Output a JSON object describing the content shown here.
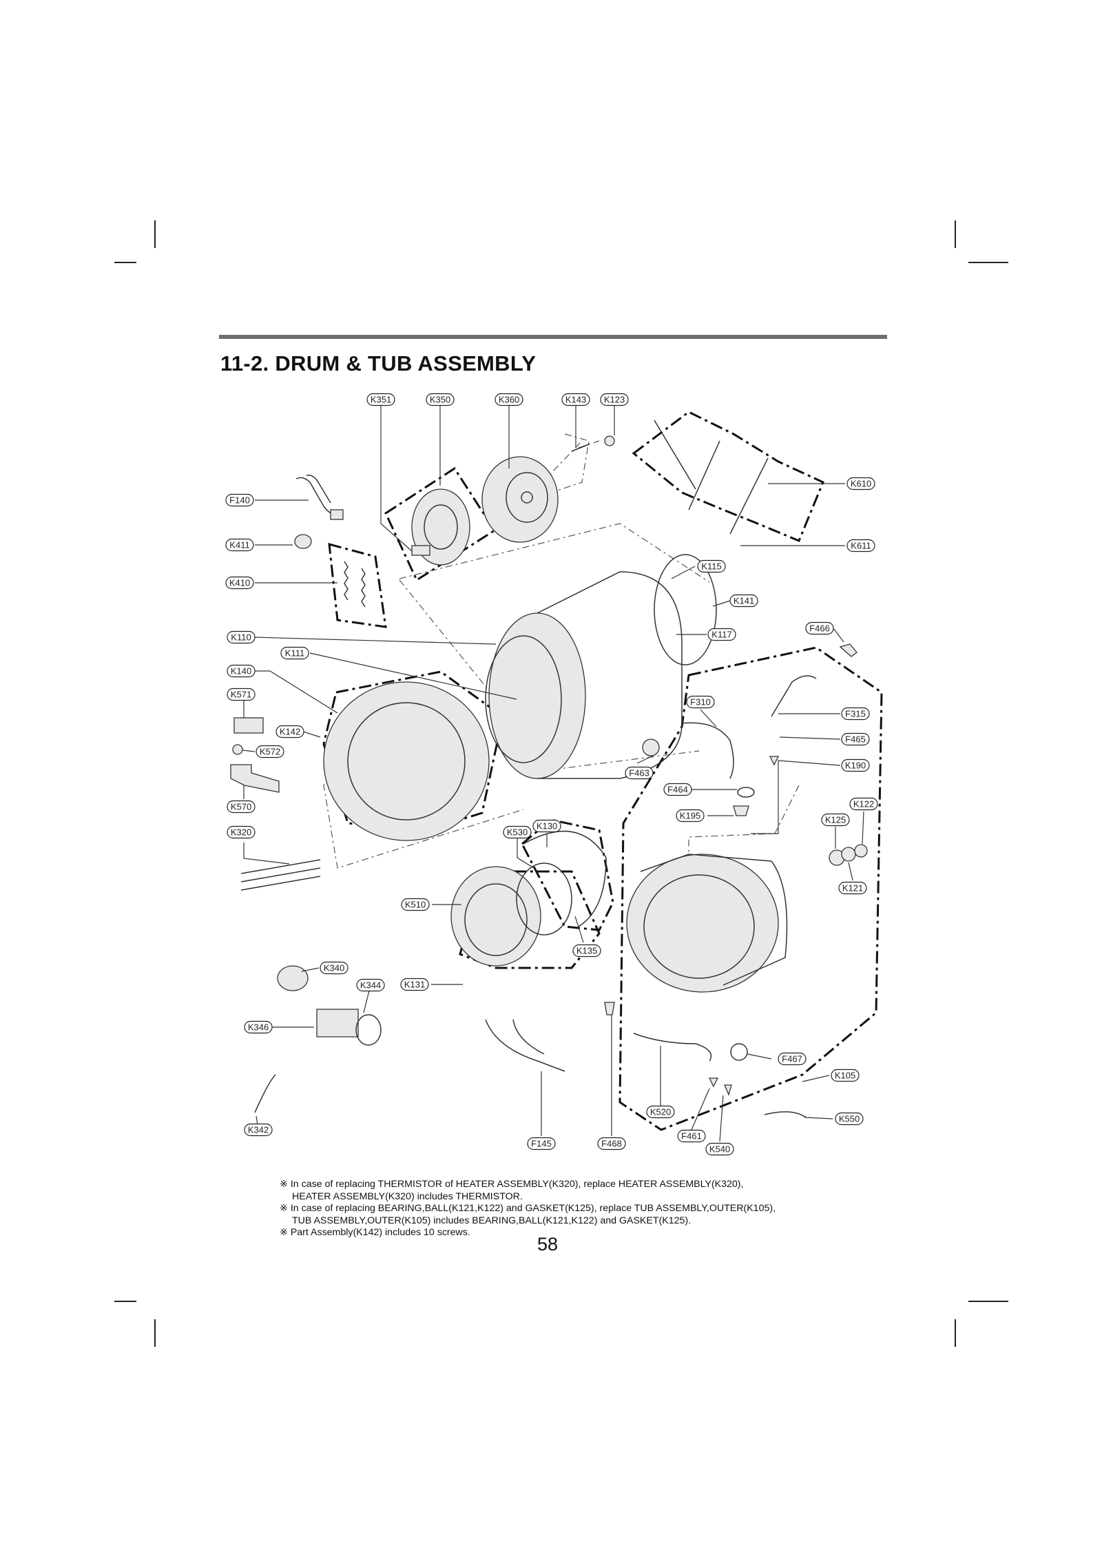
{
  "section_title": "11-2.  DRUM & TUB ASSEMBLY",
  "page_number": "58",
  "notes": [
    "※ In case of replacing THERMISTOR of HEATER ASSEMBLY(K320), replace HEATER ASSEMBLY(K320),",
    "HEATER ASSEMBLY(K320) includes THERMISTOR.",
    "※ In case of replacing BEARING,BALL(K121,K122) and GASKET(K125), replace TUB ASSEMBLY,OUTER(K105),",
    "TUB ASSEMBLY,OUTER(K105) includes BEARING,BALL(K121,K122) and GASKET(K125).",
    "※ Part Assembly(K142) includes 10 screws."
  ],
  "part_labels": [
    {
      "id": "K351"
    },
    {
      "id": "K350"
    },
    {
      "id": "K360"
    },
    {
      "id": "K143"
    },
    {
      "id": "K123"
    },
    {
      "id": "F140"
    },
    {
      "id": "K411"
    },
    {
      "id": "K410"
    },
    {
      "id": "K610"
    },
    {
      "id": "K611"
    },
    {
      "id": "K115"
    },
    {
      "id": "K141"
    },
    {
      "id": "K117"
    },
    {
      "id": "F466"
    },
    {
      "id": "K110"
    },
    {
      "id": "K111"
    },
    {
      "id": "K140"
    },
    {
      "id": "K571"
    },
    {
      "id": "K142"
    },
    {
      "id": "K572"
    },
    {
      "id": "F310"
    },
    {
      "id": "F315"
    },
    {
      "id": "F465"
    },
    {
      "id": "F463"
    },
    {
      "id": "K190"
    },
    {
      "id": "F464"
    },
    {
      "id": "K570"
    },
    {
      "id": "K195"
    },
    {
      "id": "K122"
    },
    {
      "id": "K125"
    },
    {
      "id": "K320"
    },
    {
      "id": "K530"
    },
    {
      "id": "K130"
    },
    {
      "id": "K121"
    },
    {
      "id": "K510"
    },
    {
      "id": "K135"
    },
    {
      "id": "K340"
    },
    {
      "id": "K344"
    },
    {
      "id": "K131"
    },
    {
      "id": "K346"
    },
    {
      "id": "F467"
    },
    {
      "id": "K105"
    },
    {
      "id": "K520"
    },
    {
      "id": "K550"
    },
    {
      "id": "K342"
    },
    {
      "id": "F461"
    },
    {
      "id": "F145"
    },
    {
      "id": "F468"
    },
    {
      "id": "K540"
    }
  ]
}
